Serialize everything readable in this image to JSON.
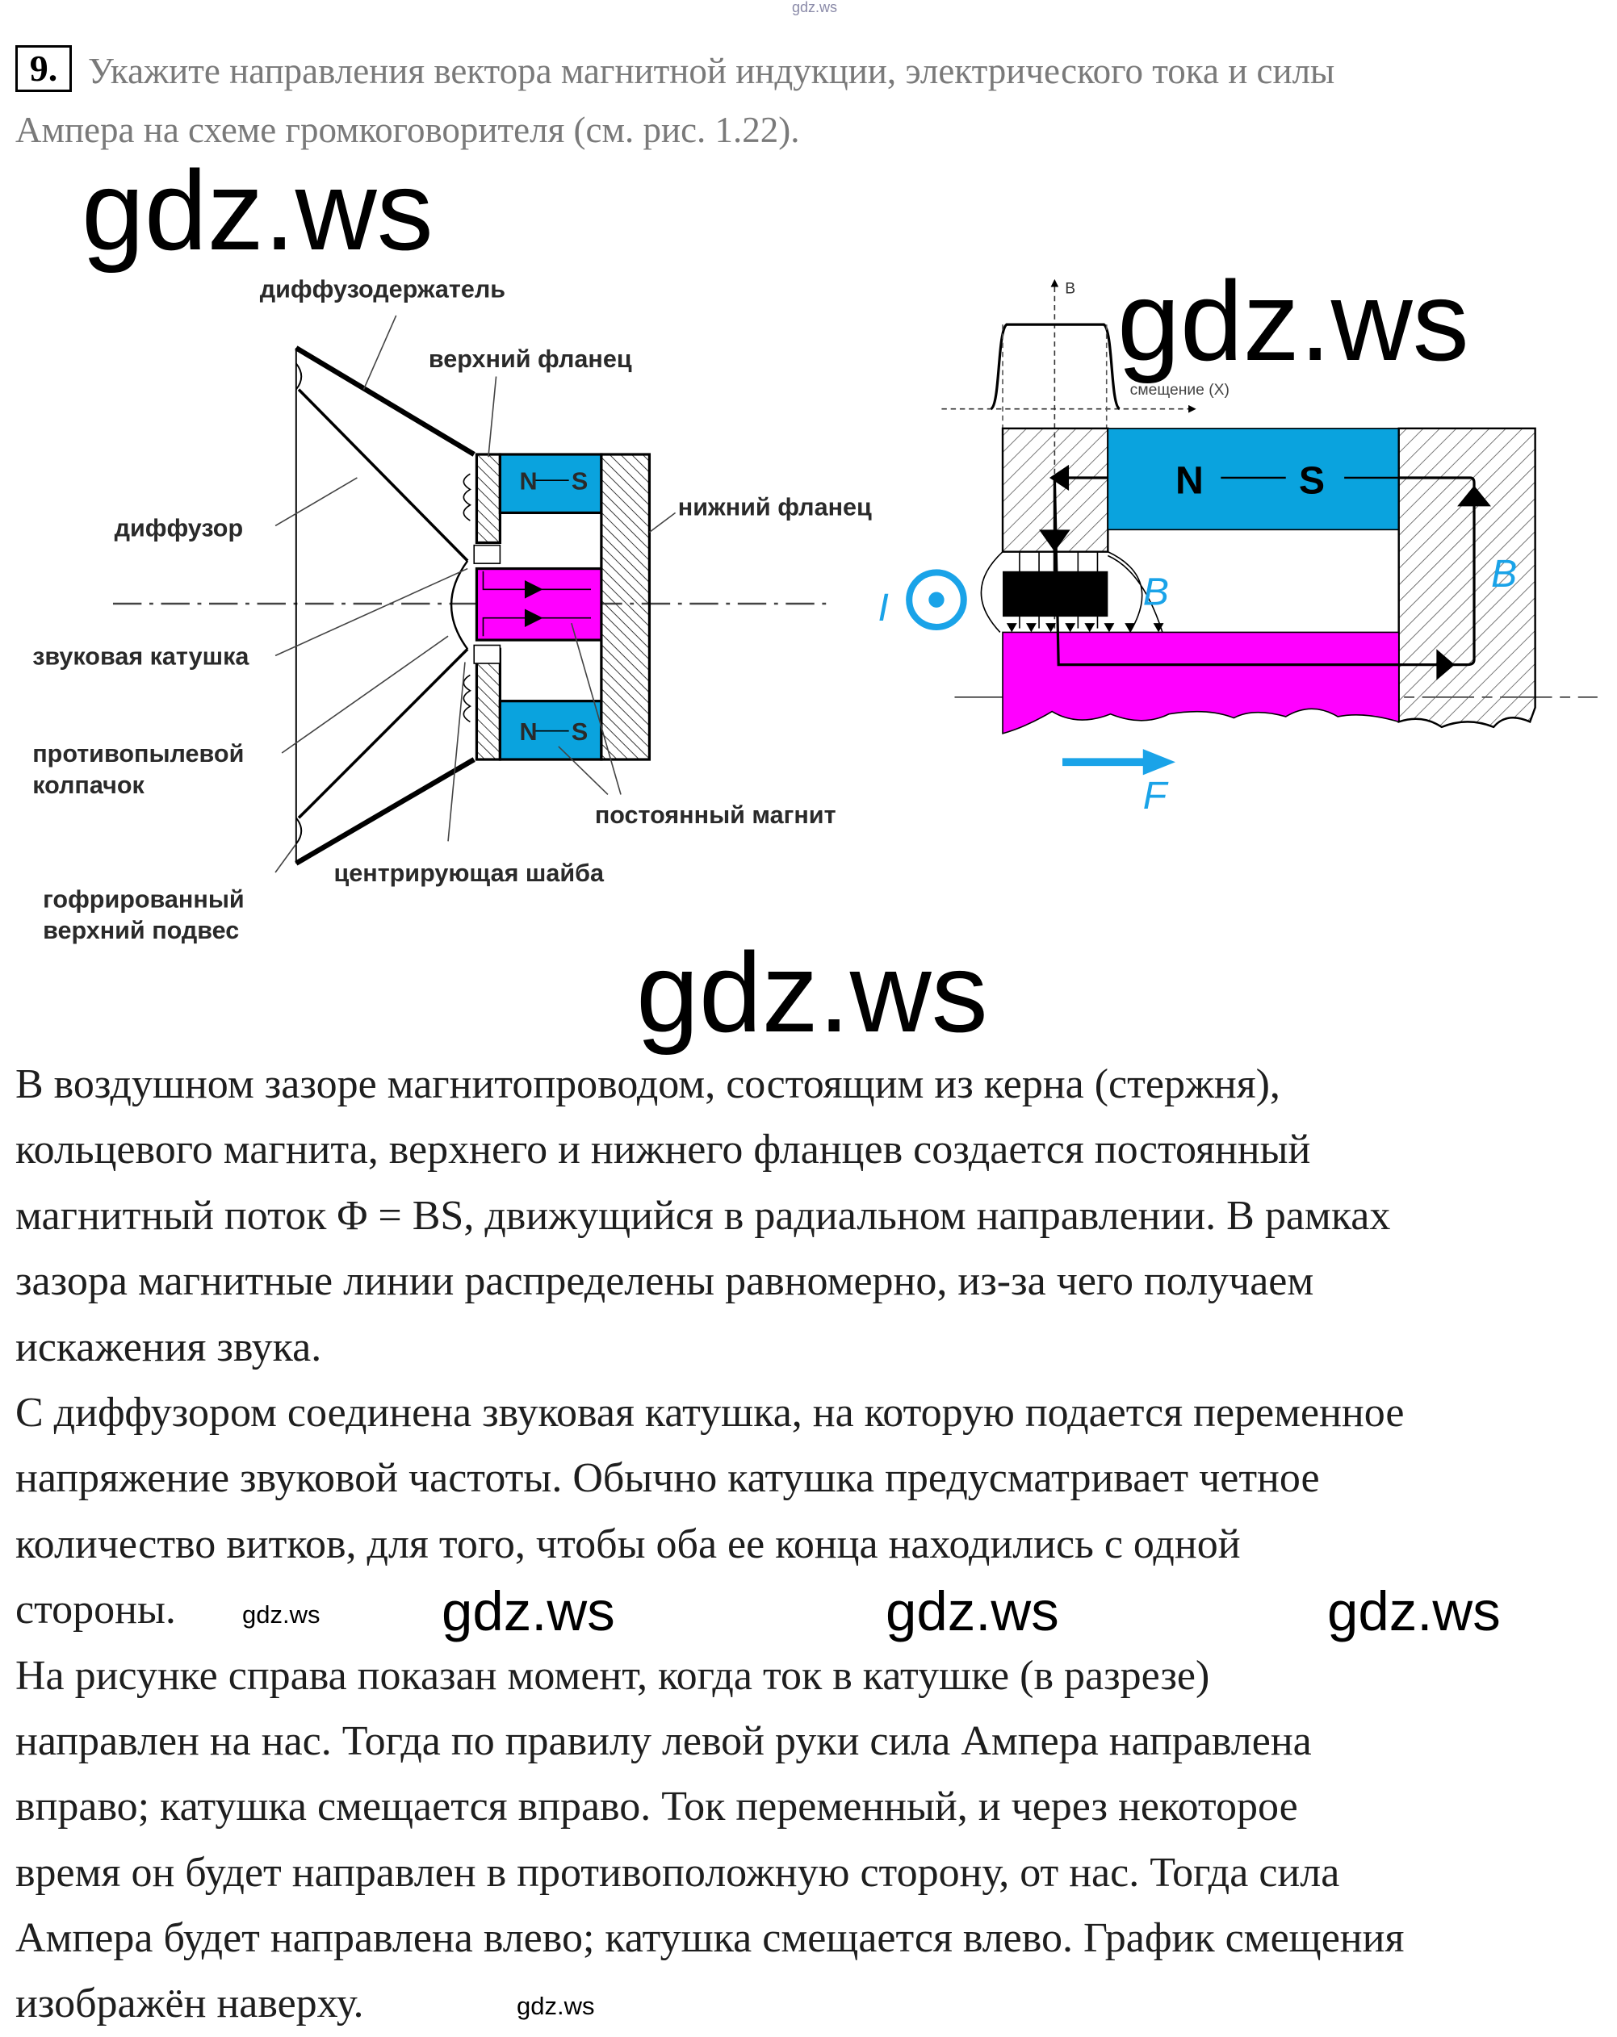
{
  "watermarks": {
    "top_small": "gdz.ws",
    "big_top_left": "gdz.ws",
    "big_top_right": "gdz.ws",
    "big_middle": "gdz.ws",
    "row": [
      "gdz.ws",
      "gdz.ws",
      "gdz.ws"
    ],
    "small_left_1": "gdz.ws",
    "small_left_2": "gdz.ws"
  },
  "task": {
    "number": "9.",
    "line1": "Укажите направления вектора магнитной индукции, электрического тока и силы",
    "line2": "Ампера на схеме громкоговорителя (см. рис. 1.22)."
  },
  "left_diagram": {
    "labels": {
      "cone_holder": "диффузодержатель",
      "upper_flange": "верхний фланец",
      "lower_flange": "нижний фланец",
      "cone": "диффузор",
      "voice_coil": "звуковая катушка",
      "dust_cap_1": "противопылевой",
      "dust_cap_2": "колпачок",
      "magnet": "постоянный магнит",
      "spider": "центрирующая шайба",
      "surround_1": "гофрированный",
      "surround_2": "верхний подвес"
    },
    "magnet_top": {
      "n": "N",
      "s": "S"
    },
    "magnet_bottom": {
      "n": "N",
      "s": "S"
    }
  },
  "right_diagram": {
    "graph_axis_y": "B",
    "graph_axis_x": "смещение (X)",
    "magnet_n": "N",
    "magnet_s": "S",
    "current_label": "I",
    "b_label_gap": "B",
    "b_label_flange": "B",
    "force_label": "F"
  },
  "colors": {
    "magnet": "#0aa3de",
    "core": "#ff00ff",
    "annot": "#1aa3e8"
  },
  "body_lines": [
    "В воздушном зазоре магнитопроводом, состоящим из керна (стержня),",
    "кольцевого магнита, верхнего и нижнего фланцев создается постоянный",
    "магнитный поток Φ = BS, движущийся в радиальном направлении. В рамках",
    "зазора магнитные линии распределены равномерно, из-за чего получаем",
    "искажения звука.",
    "С диффузором соединена звуковая катушка, на которую подается переменное",
    "напряжение звуковой частоты. Обычно катушка предусматривает четное",
    "количество витков, для того, чтобы оба ее конца находились с одной",
    "стороны.",
    "На рисунке справа показан момент, когда ток в катушке (в разрезе)",
    "направлен на нас. Тогда по правилу левой руки сила Ампера направлена",
    "вправо; катушка смещается вправо. Ток переменный, и через некоторое",
    "время он будет направлен в противоположную сторону, от нас. Тогда сила",
    "Ампера будет направлена влево; катушка смещается влево. График смещения",
    "изображён наверху."
  ]
}
